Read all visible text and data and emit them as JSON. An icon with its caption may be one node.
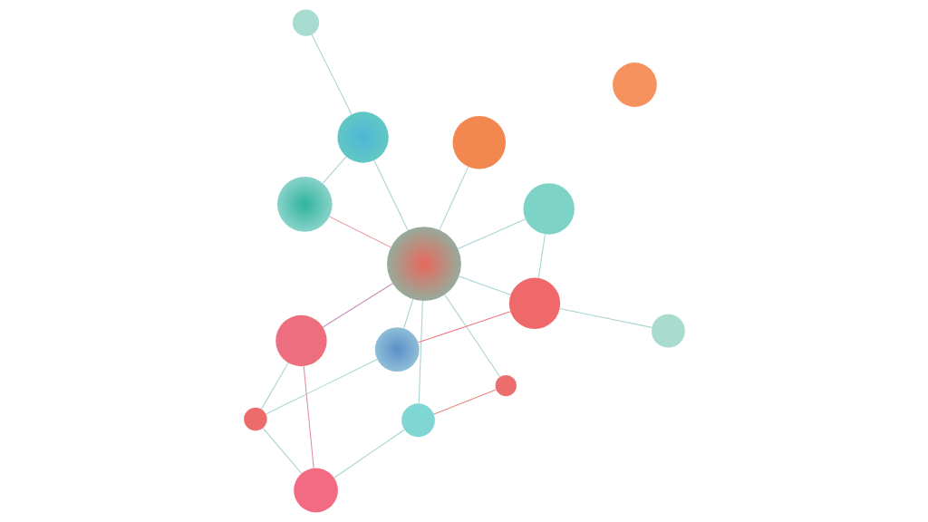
{
  "diagram": {
    "nodes": [
      {
        "text": [],
        "shape": "circle"
      },
      {
        "text": [],
        "shape": "circle"
      },
      {
        "text": [],
        "shape": "circle"
      },
      {
        "text": [],
        "shape": "circle"
      },
      {
        "text": [],
        "shape": "circle"
      },
      {
        "text": [],
        "shape": "circle"
      },
      {
        "text": [],
        "shape": "circle"
      },
      {
        "text": [],
        "shape": "circle"
      },
      {
        "text": [],
        "shape": "circle"
      },
      {
        "text": [],
        "shape": "circle"
      },
      {
        "text": [],
        "shape": "circle"
      },
      {
        "text": [],
        "shape": "circle"
      },
      {
        "text": [],
        "shape": "circle"
      },
      {
        "text": [],
        "shape": "circle"
      },
      {
        "text": [],
        "shape": "circle"
      }
    ],
    "edges": [
      {
        "from": 0,
        "to": 1,
        "arrow": "none"
      },
      {
        "from": 0,
        "to": 7,
        "arrow": "none"
      },
      {
        "from": 0,
        "to": 6,
        "arrow": "none"
      },
      {
        "from": 9,
        "to": 2,
        "arrow": "none"
      },
      {
        "from": 2,
        "to": 6,
        "arrow": "none"
      },
      {
        "from": 2,
        "to": 5,
        "arrow": "none",
        "color": "#e8867f"
      },
      {
        "from": 5,
        "to": 6,
        "arrow": "none"
      },
      {
        "from": 6,
        "to": 4,
        "arrow": "none"
      },
      {
        "from": 6,
        "to": 10,
        "arrow": "none"
      },
      {
        "from": 8,
        "to": 10,
        "arrow": "none"
      },
      {
        "from": 7,
        "to": 6,
        "arrow": "none",
        "color": "#eda0ac"
      },
      {
        "from": 9,
        "to": 11,
        "arrow": "none",
        "color": "#e2909c"
      },
      {
        "from": 11,
        "to": 6,
        "arrow": "none",
        "color": "#c490bb"
      },
      {
        "from": 9,
        "to": 12,
        "arrow": "none"
      },
      {
        "from": 11,
        "to": 12,
        "arrow": "none"
      },
      {
        "from": 6,
        "to": 13,
        "arrow": "none"
      },
      {
        "from": 10,
        "to": 13,
        "arrow": "none",
        "color": "#ec7a80"
      },
      {
        "from": 6,
        "to": 14,
        "arrow": "none"
      },
      {
        "from": 10,
        "to": 14,
        "arrow": "none"
      },
      {
        "from": 12,
        "to": 13,
        "arrow": "none"
      }
    ]
  }
}
